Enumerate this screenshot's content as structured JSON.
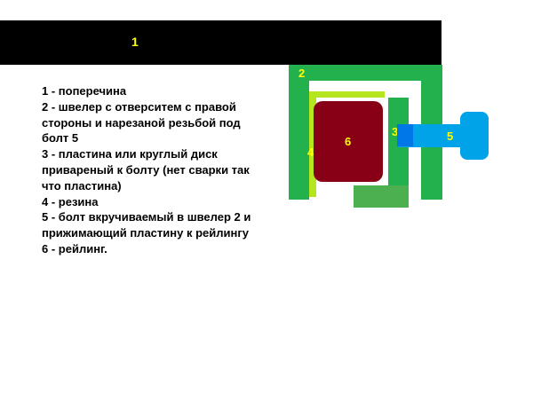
{
  "labels": {
    "crossbar": "1",
    "channel": "2",
    "plate": "3",
    "rubber": "4",
    "bolt": "5",
    "railing": "6"
  },
  "legend": [
    "1 - поперечина",
    "2 - швелер с отверситем с правой  стороны и нарезаной резьбой под болт 5",
    "3 - пластина или круглый диск привареный к болту (нет сварки так что пластина)",
    "4 - резина",
    "5 - болт вкручиваемый в швелер 2 и прижимающий пластину к рейлингу",
    "6 - рейлинг."
  ],
  "colors": {
    "crossbar": "#000000",
    "channel": "#22b14c",
    "rubber": "#b5e61d",
    "plate_bar": "#22b14c",
    "plate_base": "#4caf50",
    "plate_head": "#0077e6",
    "bolt": "#00a2e8",
    "railing": "#880015",
    "label": "#ffff00"
  }
}
